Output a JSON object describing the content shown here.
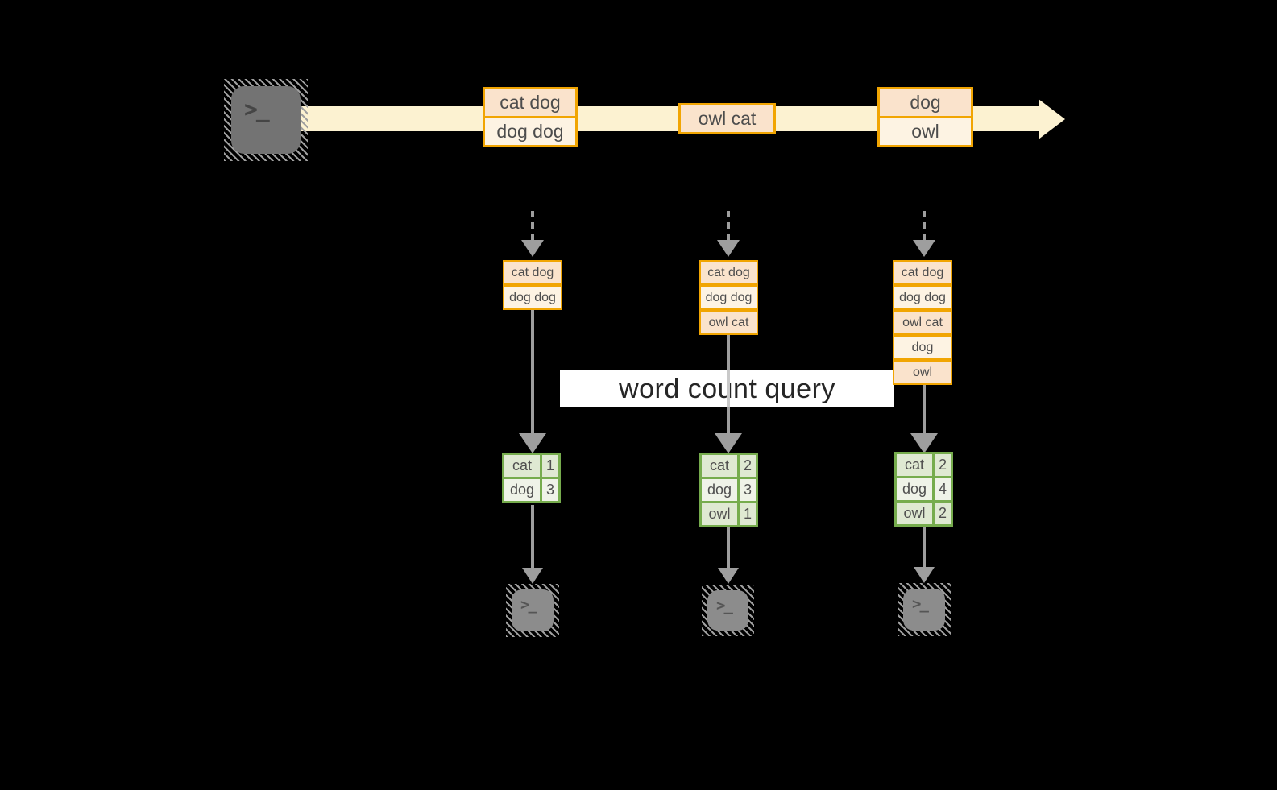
{
  "banner": {
    "label": "word count query"
  },
  "icons": {
    "prompt": ">_"
  },
  "colors": {
    "background": "#000000",
    "stream_fill": "#FCF2D1",
    "batch_border": "#F1A502",
    "batch_fill_dark": "#FAE3CC",
    "batch_fill_light": "#FDF3E3",
    "table_border": "#76AC4D",
    "table_fill_dark": "#DFE9D2",
    "table_fill_light": "#EFF3E8",
    "arrow_gray": "#9E9E9E",
    "banner_bg": "#FFFFFF",
    "text_gray": "#4D4D4D"
  },
  "stream": {
    "batch1": {
      "row1": "cat dog",
      "row2": "dog dog"
    },
    "batch2": {
      "row1": "owl cat"
    },
    "batch3": {
      "row1": "dog",
      "row2": "owl"
    }
  },
  "state": {
    "col1": {
      "r1": "cat dog",
      "r2": "dog dog"
    },
    "col2": {
      "r1": "cat dog",
      "r2": "dog dog",
      "r3": "owl cat"
    },
    "col3": {
      "r1": "cat dog",
      "r2": "dog dog",
      "r3": "owl cat",
      "r4": "dog",
      "r5": "owl"
    }
  },
  "counts": {
    "col1": {
      "r1": {
        "word": "cat",
        "n": "1"
      },
      "r2": {
        "word": "dog",
        "n": "3"
      }
    },
    "col2": {
      "r1": {
        "word": "cat",
        "n": "2"
      },
      "r2": {
        "word": "dog",
        "n": "3"
      },
      "r3": {
        "word": "owl",
        "n": "1"
      }
    },
    "col3": {
      "r1": {
        "word": "cat",
        "n": "2"
      },
      "r2": {
        "word": "dog",
        "n": "4"
      },
      "r3": {
        "word": "owl",
        "n": "2"
      }
    }
  }
}
